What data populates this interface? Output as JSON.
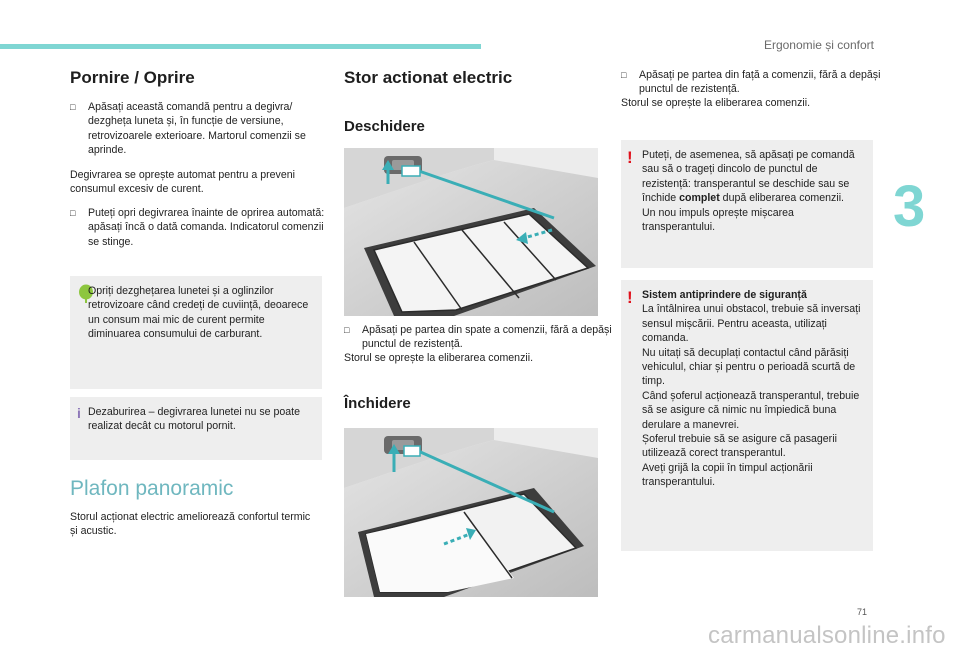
{
  "header": {
    "section": "Ergonomie și confort",
    "chapter": "3",
    "page": "71"
  },
  "watermark": "carmanualsonline.info",
  "left": {
    "title": "Pornire / Oprire",
    "b1": "Apăsați această comandă pentru a degivra/ dezgheța luneta și, în funcție de versiune, retrovizoarele exterioare. Martorul comenzii se aprinde.",
    "p1": "Degivrarea se oprește automat pentru a preveni consumul excesiv de curent.",
    "b2": "Puteți opri degivrarea înainte de oprirea automată: apăsați încă o dată comanda. Indicatorul comenzii se stinge.",
    "eco_note": "Opriți dezghețarea lunetei și a oglinzilor retrovizoare când credeți de cuviință, deoarece un consum mai mic de curent permite diminuarea consumului de carburant.",
    "info_note": "Dezaburirea – degivrarea lunetei nu se poate realizat decât cu motorul pornit.",
    "subtitle": "Plafon panoramic",
    "p2": "Storul acționat electric ameliorează confortul termic și acustic."
  },
  "middle": {
    "title": "Stor actionat electric",
    "open_heading": "Deschidere",
    "open_b": "Apăsați pe partea din spate a comenzii, fără a depăși punctul de rezistență.",
    "open_p": "Storul se oprește la eliberarea comenzii.",
    "close_heading": "Închidere"
  },
  "right": {
    "b1": "Apăsați pe partea din față a comenzii, fără a depăși punctul de rezistență.",
    "p1": "Storul se oprește la eliberarea comenzii.",
    "warn1_part1": "Puteți, de asemenea, să apăsați pe comandă sau să o trageți dincolo de punctul de rezistență: transperantul se deschide sau se închide ",
    "warn1_bold": "complet",
    "warn1_part2": " după eliberarea comenzii.",
    "warn1_line2": "Un nou impuls oprește mișcarea transperantului.",
    "warn2_title": "Sistem antiprindere de siguranță",
    "warn2_text": "La întâlnirea unui obstacol, trebuie să inversați sensul mișcării. Pentru aceasta, utilizați comanda.",
    "warn2_p2": "Nu uitați să decuplați contactul când părăsiți vehiculul, chiar și pentru o perioadă scurtă de timp.",
    "warn2_p3": "Când șoferul acționează transperantul, trebuie să se asigure că nimic nu împiedică buna derulare a manevrei.",
    "warn2_p4": "Șoferul trebuie să se asigure că pasagerii utilizează corect transperantul.",
    "warn2_p5": "Aveți grijă la copii în timpul acționării transperantului."
  },
  "icons": {
    "bullet": "square-bullet-icon",
    "eco": "eco-leaf-icon",
    "info": "info-icon",
    "warning": "warning-exclamation-icon"
  },
  "colors": {
    "accent": "#7fd6d3",
    "subtitle": "#6fb7bf",
    "warning": "#e0121d",
    "eco": "#8dc63f",
    "info": "#8d77b8",
    "note_bg": "#eeeeee"
  }
}
